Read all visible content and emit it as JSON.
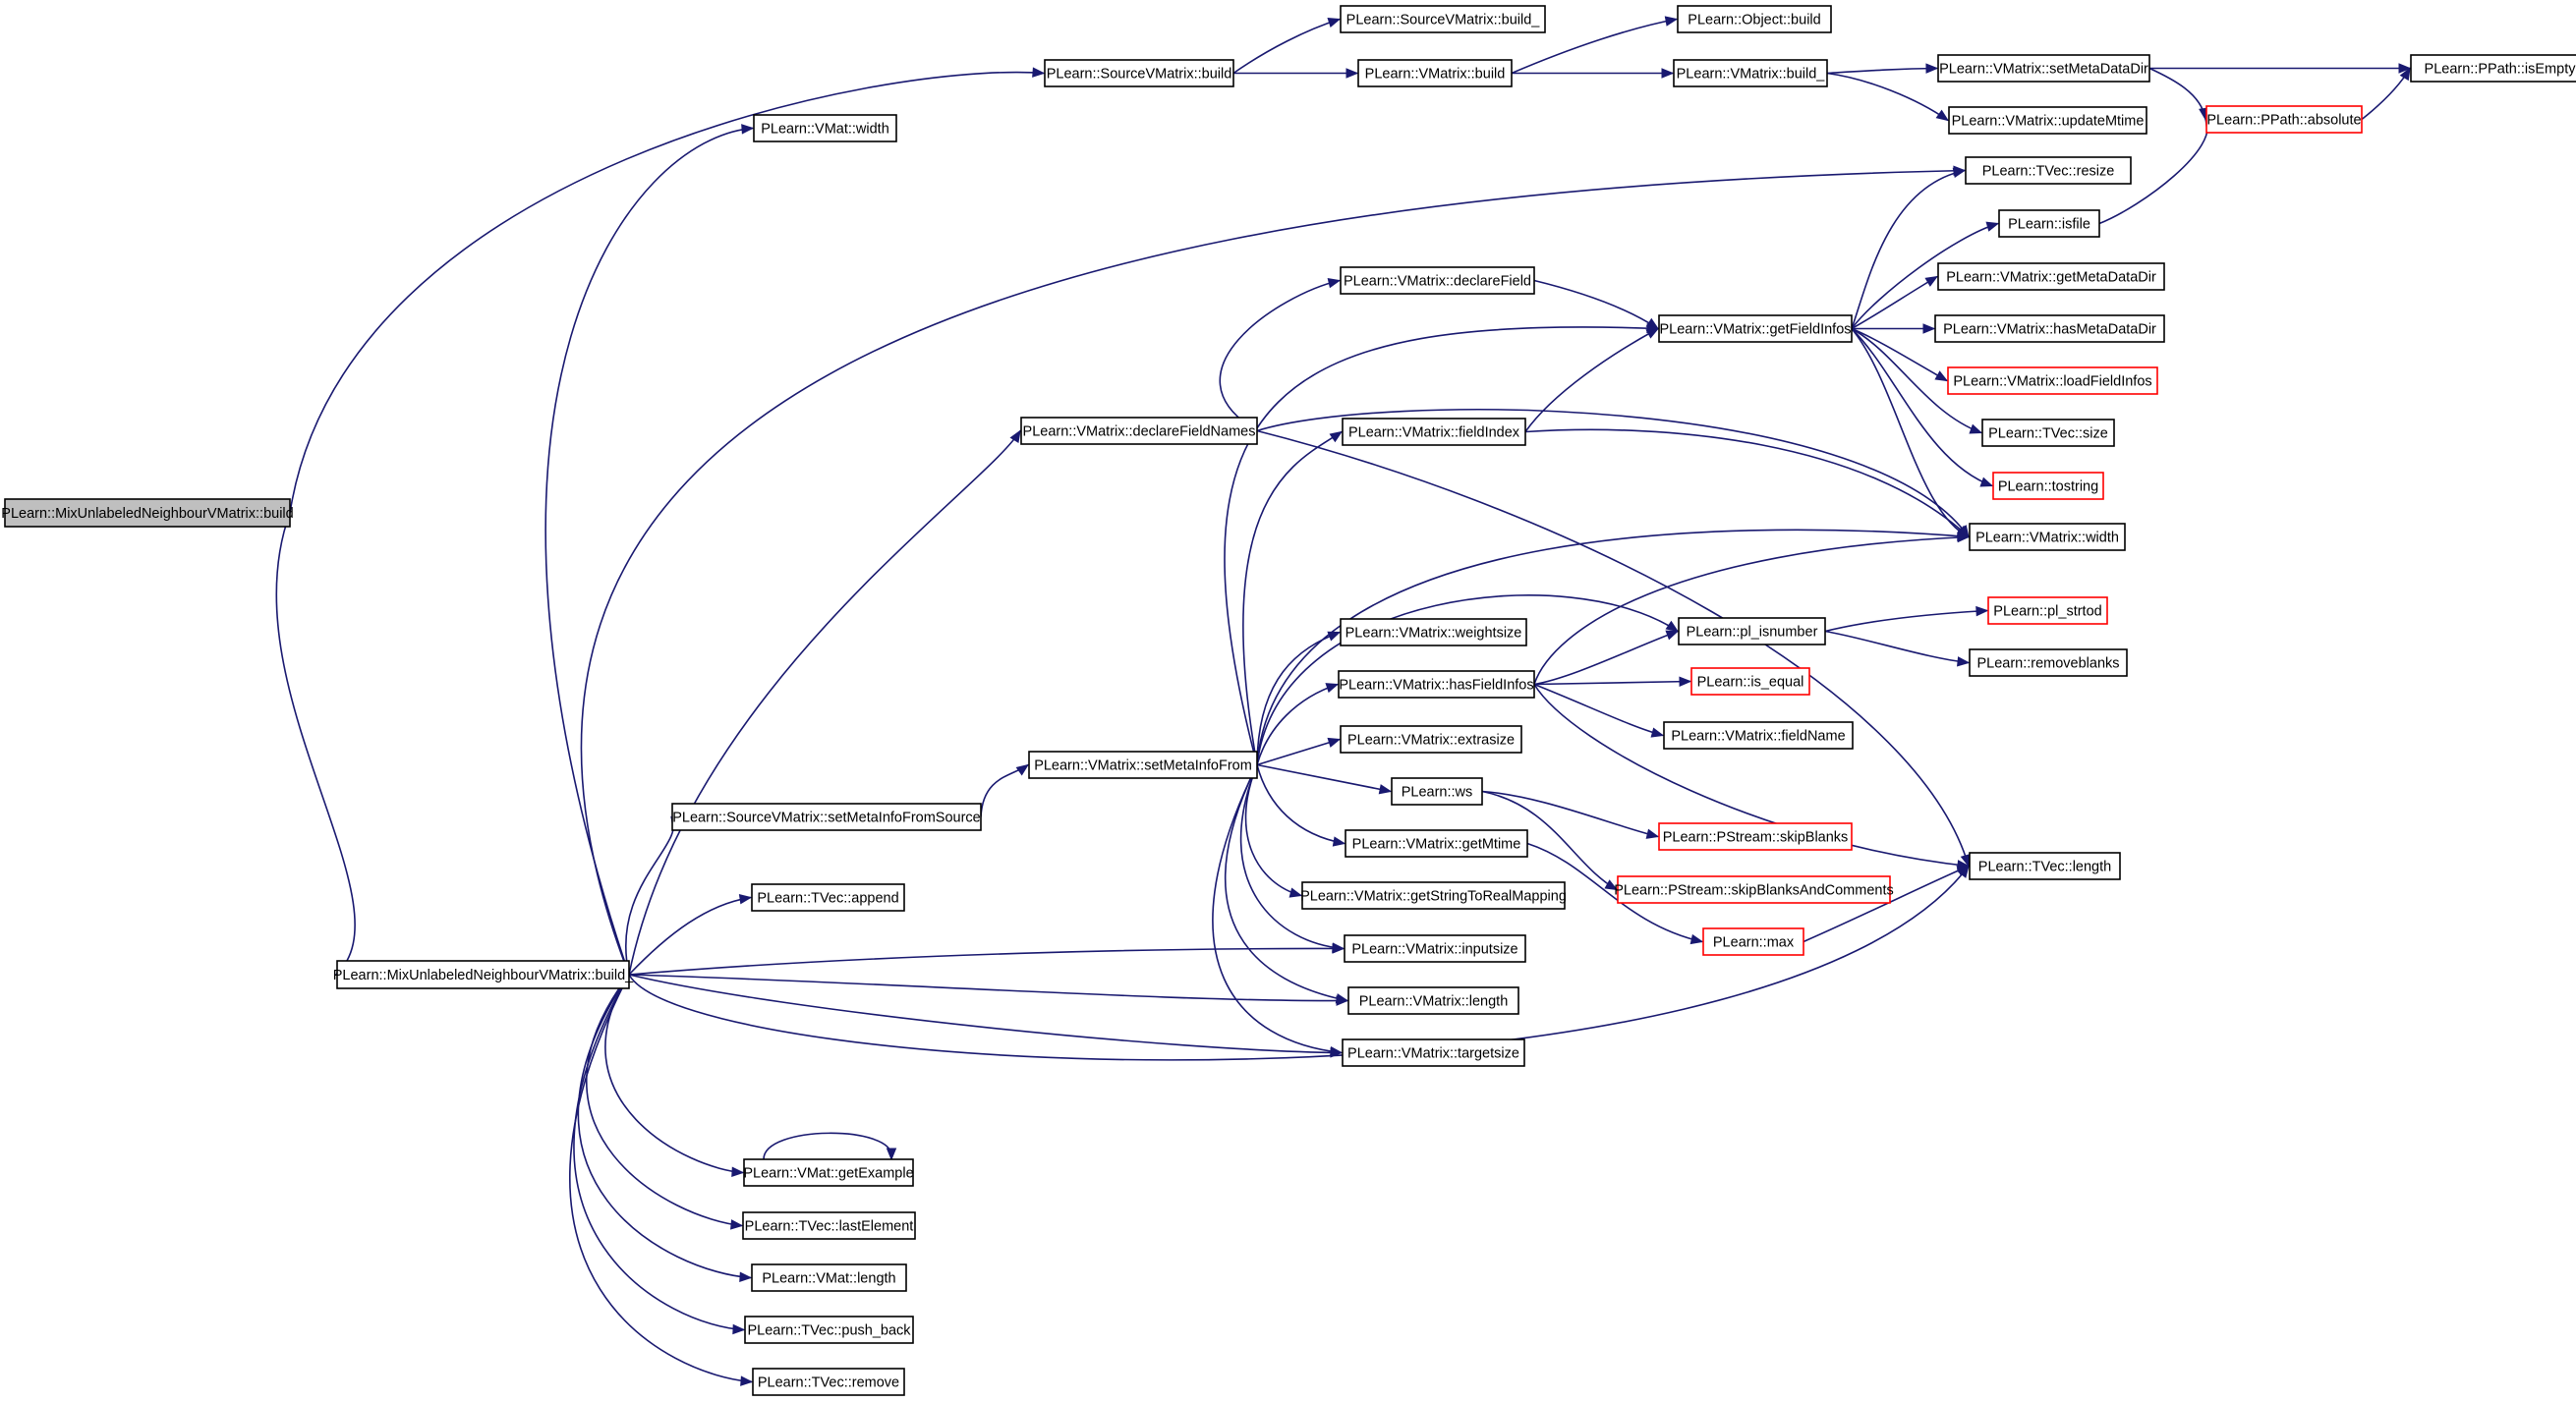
{
  "colors": {
    "edge": "#191970",
    "box": "#000000",
    "highlight": "#ff0000",
    "root_fill": "#bfbfbf"
  },
  "nodes": [
    {
      "id": "root",
      "label": "PLearn::MixUnlabeledNeighbourVMatrix::build",
      "root": true
    },
    {
      "id": "mbuild_",
      "label": "PLearn::MixUnlabeledNeighbourVMatrix::build_"
    },
    {
      "id": "svbuild",
      "label": "PLearn::SourceVMatrix::build"
    },
    {
      "id": "svbuild_",
      "label": "PLearn::SourceVMatrix::build_"
    },
    {
      "id": "vbuild",
      "label": "PLearn::VMatrix::build"
    },
    {
      "id": "obuild",
      "label": "PLearn::Object::build"
    },
    {
      "id": "vbuild_",
      "label": "PLearn::VMatrix::build_"
    },
    {
      "id": "setmeta",
      "label": "PLearn::VMatrix::setMetaDataDir"
    },
    {
      "id": "isempty",
      "label": "PLearn::PPath::isEmpty"
    },
    {
      "id": "absolute",
      "label": "PLearn::PPath::absolute",
      "red": true
    },
    {
      "id": "updmtime",
      "label": "PLearn::VMatrix::updateMtime"
    },
    {
      "id": "vmatwidth",
      "label": "PLearn::VMat::width"
    },
    {
      "id": "tvresize",
      "label": "PLearn::TVec::resize"
    },
    {
      "id": "isfile",
      "label": "PLearn::isfile"
    },
    {
      "id": "getmdd",
      "label": "PLearn::VMatrix::getMetaDataDir"
    },
    {
      "id": "hasmdd",
      "label": "PLearn::VMatrix::hasMetaDataDir"
    },
    {
      "id": "loadfi",
      "label": "PLearn::VMatrix::loadFieldInfos",
      "red": true
    },
    {
      "id": "tvsize",
      "label": "PLearn::TVec::size"
    },
    {
      "id": "tostring",
      "label": "PLearn::tostring",
      "red": true
    },
    {
      "id": "vwidth",
      "label": "PLearn::VMatrix::width"
    },
    {
      "id": "declfield",
      "label": "PLearn::VMatrix::declareField"
    },
    {
      "id": "getfi",
      "label": "PLearn::VMatrix::getFieldInfos"
    },
    {
      "id": "declfn",
      "label": "PLearn::VMatrix::declareFieldNames"
    },
    {
      "id": "fieldidx",
      "label": "PLearn::VMatrix::fieldIndex"
    },
    {
      "id": "plisnum",
      "label": "PLearn::pl_isnumber"
    },
    {
      "id": "plstrtod",
      "label": "PLearn::pl_strtod",
      "red": true
    },
    {
      "id": "rmblanks",
      "label": "PLearn::removeblanks"
    },
    {
      "id": "weightsize",
      "label": "PLearn::VMatrix::weightsize"
    },
    {
      "id": "hasfi",
      "label": "PLearn::VMatrix::hasFieldInfos"
    },
    {
      "id": "isequal",
      "label": "PLearn::is_equal",
      "red": true
    },
    {
      "id": "fieldname",
      "label": "PLearn::VMatrix::fieldName"
    },
    {
      "id": "setmif",
      "label": "PLearn::VMatrix::setMetaInfoFrom"
    },
    {
      "id": "extrasize",
      "label": "PLearn::VMatrix::extrasize"
    },
    {
      "id": "svsetmif",
      "label": "PLearn::SourceVMatrix::setMetaInfoFromSource"
    },
    {
      "id": "ws",
      "label": "PLearn::ws"
    },
    {
      "id": "skipblanks",
      "label": "PLearn::PStream::skipBlanks",
      "red": true
    },
    {
      "id": "getmtime",
      "label": "PLearn::VMatrix::getMtime"
    },
    {
      "id": "skipbc",
      "label": "PLearn::PStream::skipBlanksAndComments",
      "red": true
    },
    {
      "id": "tvlength",
      "label": "PLearn::TVec::length"
    },
    {
      "id": "getstrmap",
      "label": "PLearn::VMatrix::getStringToRealMapping"
    },
    {
      "id": "max",
      "label": "PLearn::max",
      "red": true
    },
    {
      "id": "append",
      "label": "PLearn::TVec::append"
    },
    {
      "id": "inputsize",
      "label": "PLearn::VMatrix::inputsize"
    },
    {
      "id": "vlength",
      "label": "PLearn::VMatrix::length"
    },
    {
      "id": "targetsize",
      "label": "PLearn::VMatrix::targetsize"
    },
    {
      "id": "getexample",
      "label": "PLearn::VMat::getExample"
    },
    {
      "id": "lastelem",
      "label": "PLearn::TVec::lastElement"
    },
    {
      "id": "vmatlength",
      "label": "PLearn::VMat::length"
    },
    {
      "id": "pushback",
      "label": "PLearn::TVec::push_back"
    },
    {
      "id": "remove",
      "label": "PLearn::TVec::remove"
    }
  ]
}
